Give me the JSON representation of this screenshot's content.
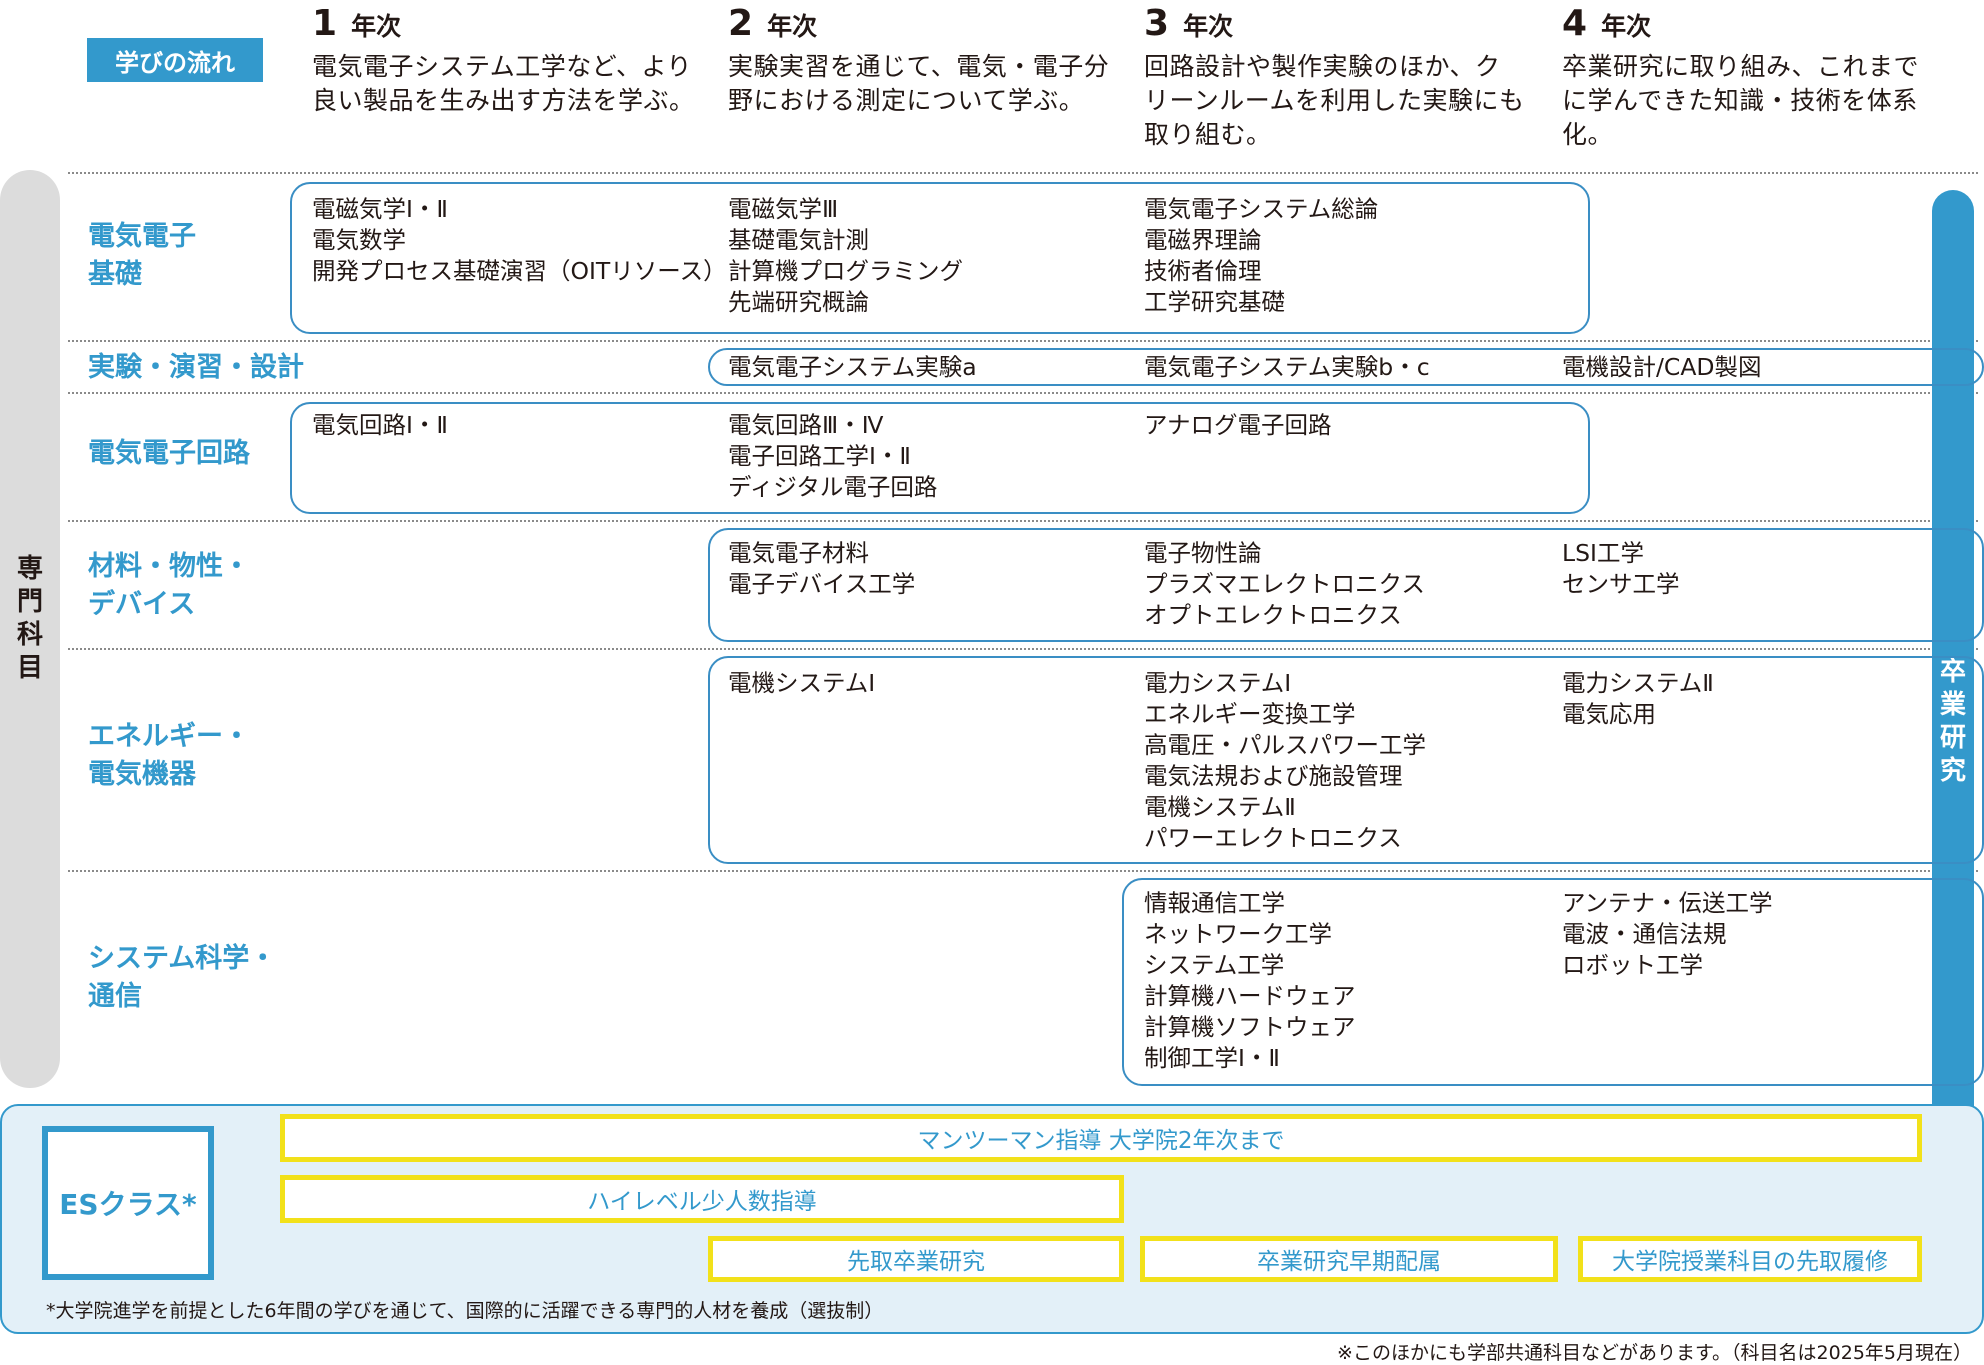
{
  "header": {
    "flow_label": "学びの流れ"
  },
  "years": [
    {
      "num": "1",
      "unit": "年次",
      "desc": [
        "電気電子システム工学など、より",
        "良い製品を生み出す方法を学ぶ。"
      ]
    },
    {
      "num": "2",
      "unit": "年次",
      "desc": [
        "実験実習を通じて、電気・電子分",
        "野における測定について学ぶ。"
      ]
    },
    {
      "num": "3",
      "unit": "年次",
      "desc": [
        "回路設計や製作実験のほか、ク",
        "リーンルームを利用した実験にも",
        "取り組む。"
      ]
    },
    {
      "num": "4",
      "unit": "年次",
      "desc": [
        "卒業研究に取り組み、これまで",
        "に学んできた知識・技術を体系",
        "化。"
      ]
    }
  ],
  "left_bar": "専門科目",
  "right_bar": "卒業研究",
  "categories": [
    {
      "name": [
        "電気電子",
        "基礎"
      ],
      "subjects": [
        [
          "電磁気学Ⅰ・Ⅱ",
          "電気数学",
          "開発プロセス基礎演習（OITリソース）"
        ],
        [
          "電磁気学Ⅲ",
          "基礎電気計測",
          "計算機プログラミング",
          "先端研究概論"
        ],
        [
          "電気電子システム総論",
          "電磁界理論",
          "技術者倫理",
          "工学研究基礎"
        ],
        []
      ]
    },
    {
      "name": [
        "実験・演習・設計"
      ],
      "subjects": [
        [],
        [
          "電気電子システム実験a"
        ],
        [
          "電気電子システム実験b・c"
        ],
        [
          "電機設計/CAD製図"
        ]
      ]
    },
    {
      "name": [
        "電気電子回路"
      ],
      "subjects": [
        [
          "電気回路Ⅰ・Ⅱ"
        ],
        [
          "電気回路Ⅲ・Ⅳ",
          "電子回路工学Ⅰ・Ⅱ",
          "ディジタル電子回路"
        ],
        [
          "アナログ電子回路"
        ],
        []
      ]
    },
    {
      "name": [
        "材料・物性・",
        "デバイス"
      ],
      "subjects": [
        [],
        [
          "電気電子材料",
          "電子デバイス工学"
        ],
        [
          "電子物性論",
          "プラズマエレクトロニクス",
          "オプトエレクトロニクス"
        ],
        [
          "LSI工学",
          "センサ工学"
        ]
      ]
    },
    {
      "name": [
        "エネルギー・",
        "電気機器"
      ],
      "subjects": [
        [],
        [
          "電機システムⅠ"
        ],
        [
          "電力システムⅠ",
          "エネルギー変換工学",
          "高電圧・パルスパワー工学",
          "電気法規および施設管理",
          "電機システムⅡ",
          "パワーエレクトロニクス"
        ],
        [
          "電力システムⅡ",
          "電気応用"
        ]
      ]
    },
    {
      "name": [
        "システム科学・",
        "通信"
      ],
      "subjects": [
        [],
        [],
        [
          "情報通信工学",
          "ネットワーク工学",
          "システム工学",
          "計算機ハードウェア",
          "計算機ソフトウェア",
          "制御工学Ⅰ・Ⅱ"
        ],
        [
          "アンテナ・伝送工学",
          "電波・通信法規",
          "ロボット工学"
        ]
      ]
    }
  ],
  "es": {
    "label": "ESクラス*",
    "bars": [
      "マンツーマン指導 大学院2年次まで",
      "ハイレベル少人数指導",
      "先取卒業研究",
      "卒業研究早期配属",
      "大学院授業科目の先取履修"
    ],
    "note": "*大学院進学を前提とした6年間の学びを通じて、国際的に活躍できる専門的人材を養成（選抜制）"
  },
  "footnote": "※このほかにも学部共通科目などがあります。（科目名は2025年5月現在）",
  "colors": {
    "accent": "#3399cc",
    "highlight": "#f2e11a",
    "es_bg": "#e3f0f8",
    "bar_gray": "#dcdcdc"
  }
}
